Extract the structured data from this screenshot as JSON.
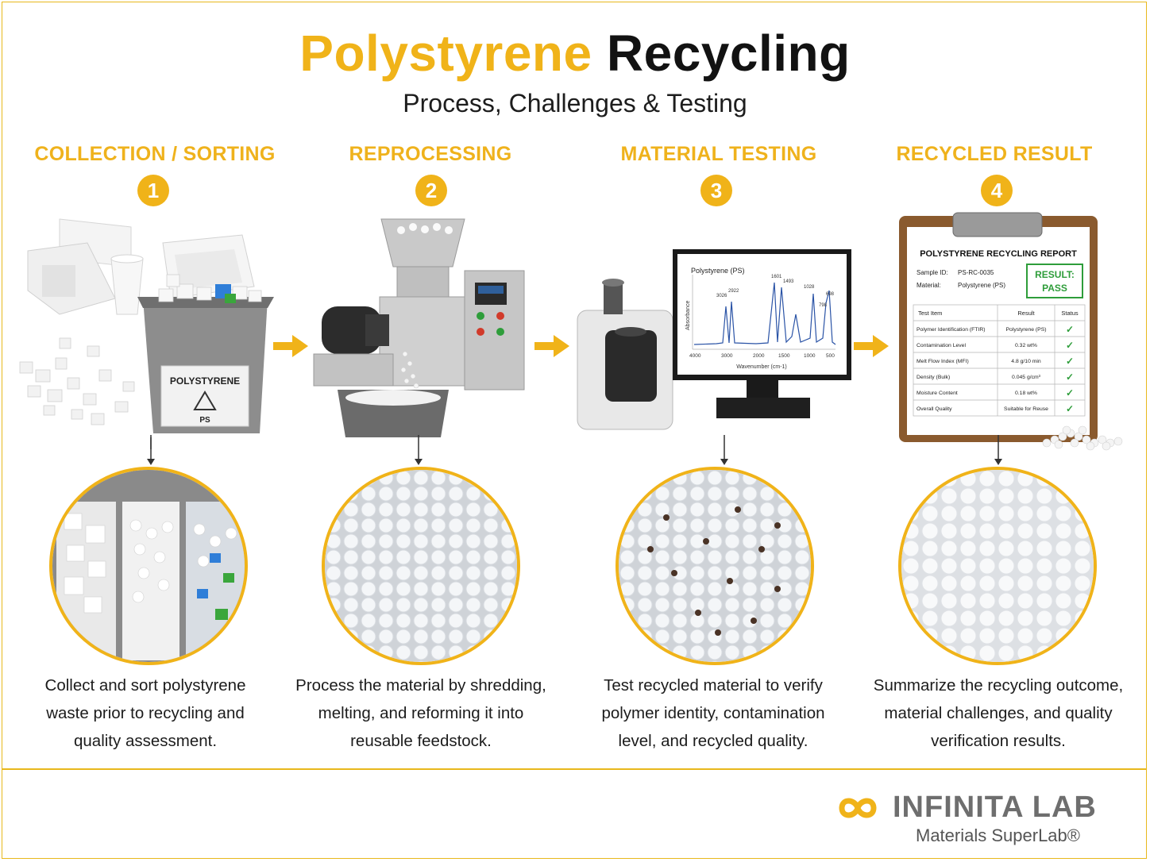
{
  "header": {
    "title_part1": "Polystyrene",
    "title_part2": "Recycling",
    "subtitle": "Process, Challenges & Testing"
  },
  "colors": {
    "accent": "#f0b319",
    "text": "#1a1a1a",
    "pass_green": "#2e9d3a"
  },
  "steps": [
    {
      "number": "1",
      "heading": "COLLECTION / SORTING",
      "description_lines": [
        "Collect and sort polystyrene",
        "waste prior to recycling and",
        "quality assessment."
      ],
      "bin_label": "POLYSTYRENE",
      "bin_code": "PS"
    },
    {
      "number": "2",
      "heading": "REPROCESSING",
      "description_lines": [
        "Process the material by shredding,",
        "melting, and reforming it into",
        "reusable feedstock."
      ]
    },
    {
      "number": "3",
      "heading": "MATERIAL TESTING",
      "description_lines": [
        "Test recycled material to verify",
        "polymer identity, contamination",
        "level, and recycled quality."
      ]
    },
    {
      "number": "4",
      "heading": "RECYCLED RESULT",
      "description_lines": [
        "Summarize the recycling outcome,",
        "material challenges, and quality",
        "verification results."
      ]
    }
  ],
  "spectrum": {
    "title": "Polystyrene (PS)",
    "ylabel": "Absorbance",
    "xlabel": "Wavenumber (cm-1)",
    "x_ticks": [
      "4000",
      "3000",
      "2000",
      "1500",
      "1000",
      "500"
    ],
    "peak_labels": [
      "3026",
      "2922",
      "1601",
      "1493",
      "1028",
      "698",
      "798"
    ]
  },
  "report": {
    "title": "POLYSTYRENE RECYCLING REPORT",
    "sample_id_label": "Sample ID:",
    "sample_id": "PS-RC-0035",
    "material_label": "Material:",
    "material": "Polystyrene (PS)",
    "result_line1": "RESULT:",
    "result_line2": "PASS",
    "columns": [
      "Test Item",
      "Result",
      "Status"
    ],
    "rows": [
      {
        "item": "Polymer Identification (FTIR)",
        "result": "Polystyrene (PS)",
        "status": "✓"
      },
      {
        "item": "Contamination Level",
        "result": "0.32 wt%",
        "status": "✓"
      },
      {
        "item": "Melt Flow Index (MFI)",
        "result": "4.8 g/10 min",
        "status": "✓"
      },
      {
        "item": "Density (Bulk)",
        "result": "0.045 g/cm³",
        "status": "✓"
      },
      {
        "item": "Moisture Content",
        "result": "0.18 wt%",
        "status": "✓"
      },
      {
        "item": "Overall Quality",
        "result": "Suitable for Reuse",
        "status": "✓"
      }
    ]
  },
  "footer": {
    "logo_name": "INFINITA LAB",
    "logo_tagline": "Materials SuperLab®"
  }
}
